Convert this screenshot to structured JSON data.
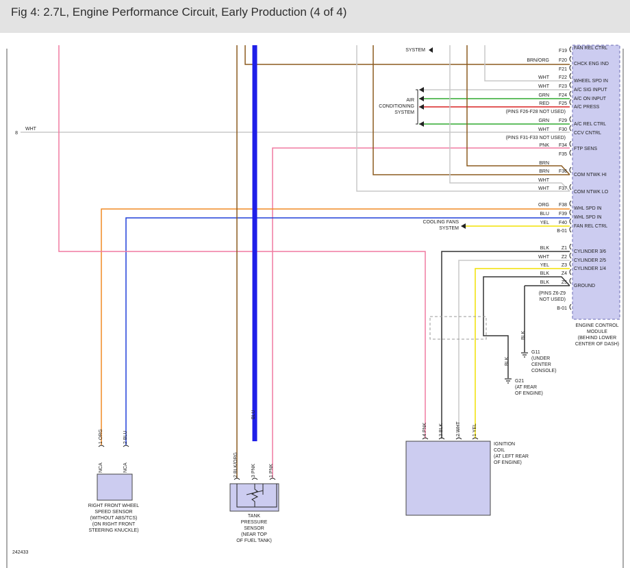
{
  "title": "Fig 4: 2.7L, Engine Performance Circuit, Early Production (4 of 4)",
  "figure_number": "242433",
  "colors": {
    "orange": "#f08a24",
    "blue": "#1f3fd8",
    "green": "#2fa82f",
    "red": "#d82020",
    "pink": "#f07aa0",
    "brown": "#8b5a1e",
    "yellow": "#f2e000",
    "white_wire": "#c8c8c8",
    "black_wire": "#333333",
    "ecm_fill": "#ccccf0",
    "component_fill": "#ccccf0"
  },
  "ecm": {
    "title_lines": [
      "ENGINE CONTROL",
      "MODULE",
      "(BEHIND LOWER",
      "CENTER OF DASH)"
    ],
    "cutoff_label": "FAN REL CTRL",
    "pins": [
      {
        "pin": "F19",
        "color": "",
        "fn": ""
      },
      {
        "pin": "F20",
        "color": "BRN/ORG",
        "fn": "CHCK ENG IND"
      },
      {
        "pin": "F21",
        "color": "",
        "fn": ""
      },
      {
        "pin": "F22",
        "color": "WHT",
        "fn": "WHEEL SPD IN"
      },
      {
        "pin": "F23",
        "color": "WHT",
        "fn": "A/C SIG INPUT"
      },
      {
        "pin": "F24",
        "color": "GRN",
        "fn": "A/C ON INPUT"
      },
      {
        "pin": "F25",
        "color": "RED",
        "fn": "A/C PRESS"
      },
      {
        "pin": "F29",
        "color": "GRN",
        "fn": "A/C REL CTRL"
      },
      {
        "pin": "F30",
        "color": "WHT",
        "fn": "CCV CNTRL"
      },
      {
        "pin": "F34",
        "color": "PNK",
        "fn": "FTP SENS"
      },
      {
        "pin": "F35",
        "color": "",
        "fn": ""
      },
      {
        "pin": "",
        "color": "BRN",
        "fn": ""
      },
      {
        "pin": "F36",
        "color": "BRN",
        "fn": "COM NTWK HI"
      },
      {
        "pin": "",
        "color": "WHT",
        "fn": ""
      },
      {
        "pin": "F37",
        "color": "WHT",
        "fn": "COM NTWK LO"
      },
      {
        "pin": "F38",
        "color": "ORG",
        "fn": "WHL SPD IN"
      },
      {
        "pin": "F39",
        "color": "BLU",
        "fn": "WHL SPD IN"
      },
      {
        "pin": "F40",
        "color": "YEL",
        "fn": "FAN REL CTRL"
      },
      {
        "pin": "B-01",
        "color": "",
        "fn": ""
      },
      {
        "pin": "Z1",
        "color": "BLK",
        "fn": "CYLINDER 3/6"
      },
      {
        "pin": "Z2",
        "color": "WHT",
        "fn": "CYLINDER 2/5"
      },
      {
        "pin": "Z3",
        "color": "YEL",
        "fn": "CYLINDER 1/4"
      },
      {
        "pin": "Z4",
        "color": "BLK",
        "fn": ""
      },
      {
        "pin": "Z5",
        "color": "BLK",
        "fn": "GROUND"
      },
      {
        "pin": "B-01",
        "color": "",
        "fn": ""
      }
    ],
    "notes": [
      "(PINS F26-F28 NOT USED)",
      "(PINS F31-F33 NOT USED)",
      "(PINS Z6-Z9",
      "NOT USED)"
    ]
  },
  "systems": {
    "system_top": "SYSTEM",
    "ac": [
      "AIR",
      "CONDITIONING",
      "SYSTEM"
    ],
    "cooling": [
      "COOLING FANS",
      "SYSTEM"
    ]
  },
  "left_wire": {
    "pin": "8",
    "color": "WHT"
  },
  "grounds": {
    "g11": {
      "name": "G11",
      "lines": [
        "(UNDER",
        "CENTER",
        "CONSOLE)"
      ],
      "wire": "BLK"
    },
    "g21": {
      "name": "G21",
      "lines": [
        "(AT REAR",
        "OF ENGINE)"
      ],
      "wire": "BLK"
    }
  },
  "components": {
    "wheel_sensor": {
      "lines": [
        "RIGHT FRONT WHEEL",
        "SPEED SENSOR",
        "(WITHOUT ABS/TCS)",
        "(ON RIGHT FRONT",
        "STEERING KNUCKLE)"
      ],
      "pin1": "1 ORG",
      "pin2": "2 BLU",
      "nca": "NCA"
    },
    "tank_sensor": {
      "lines": [
        "TANK",
        "PRESSURE",
        "SENSOR",
        "(NEAR TOP",
        "OF FUEL TANK)"
      ],
      "pin1": "1 PNK",
      "pin2": "2 BLK/ORG",
      "pin3": "3 PNK",
      "blu": "BLU"
    },
    "ignition_coil": {
      "lines": [
        "IGNITION",
        "COIL",
        "(AT LEFT REAR",
        "OF ENGINE)"
      ],
      "pin1": "1 YEL",
      "pin2": "2 WHT",
      "pin3": "3 BLK",
      "pin4": "4 PNK"
    }
  }
}
